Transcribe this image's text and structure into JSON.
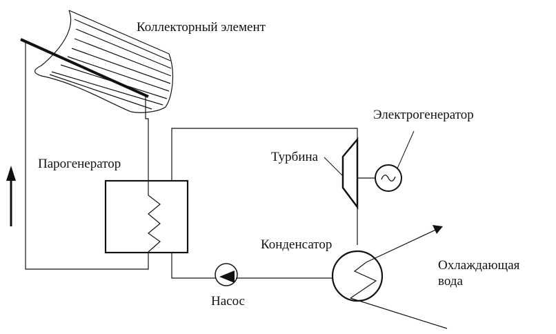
{
  "labels": {
    "collector": "Коллекторный элемент",
    "steam_generator": "Парогенератор",
    "turbine": "Турбина",
    "electric_generator": "Электрогенератор",
    "condenser": "Конденсатор",
    "pump": "Насос",
    "cooling_water_line1": "Охлаждающая",
    "cooling_water_line2": "вода"
  },
  "colors": {
    "line": "#111111",
    "background": "#ffffff"
  }
}
